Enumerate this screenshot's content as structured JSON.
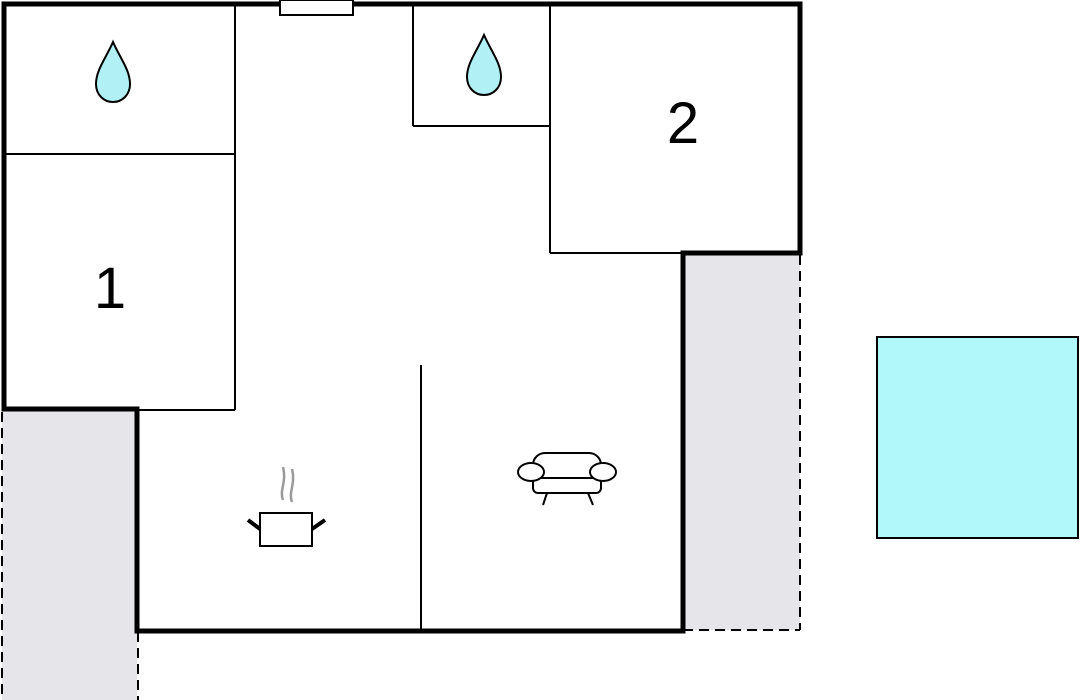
{
  "floorplan": {
    "rooms": [
      {
        "id": "bedroom-1",
        "label": "1"
      },
      {
        "id": "bedroom-2",
        "label": "2"
      }
    ],
    "icons": [
      {
        "name": "water-drop-icon",
        "room": "bathroom-left"
      },
      {
        "name": "water-drop-icon",
        "room": "bathroom-right"
      },
      {
        "name": "cooking-pot-icon",
        "room": "kitchen"
      },
      {
        "name": "sofa-icon",
        "room": "living-room"
      }
    ],
    "pool": {
      "name": "swimming-pool"
    },
    "terraces": [
      "terrace-left",
      "terrace-right"
    ]
  },
  "colors": {
    "wall": "#000000",
    "terrace": "#e6e6ea",
    "water": "#b1f8fb",
    "drop": "#b1f1f5",
    "steam": "#9a9a9a",
    "background": "#ffffff"
  }
}
